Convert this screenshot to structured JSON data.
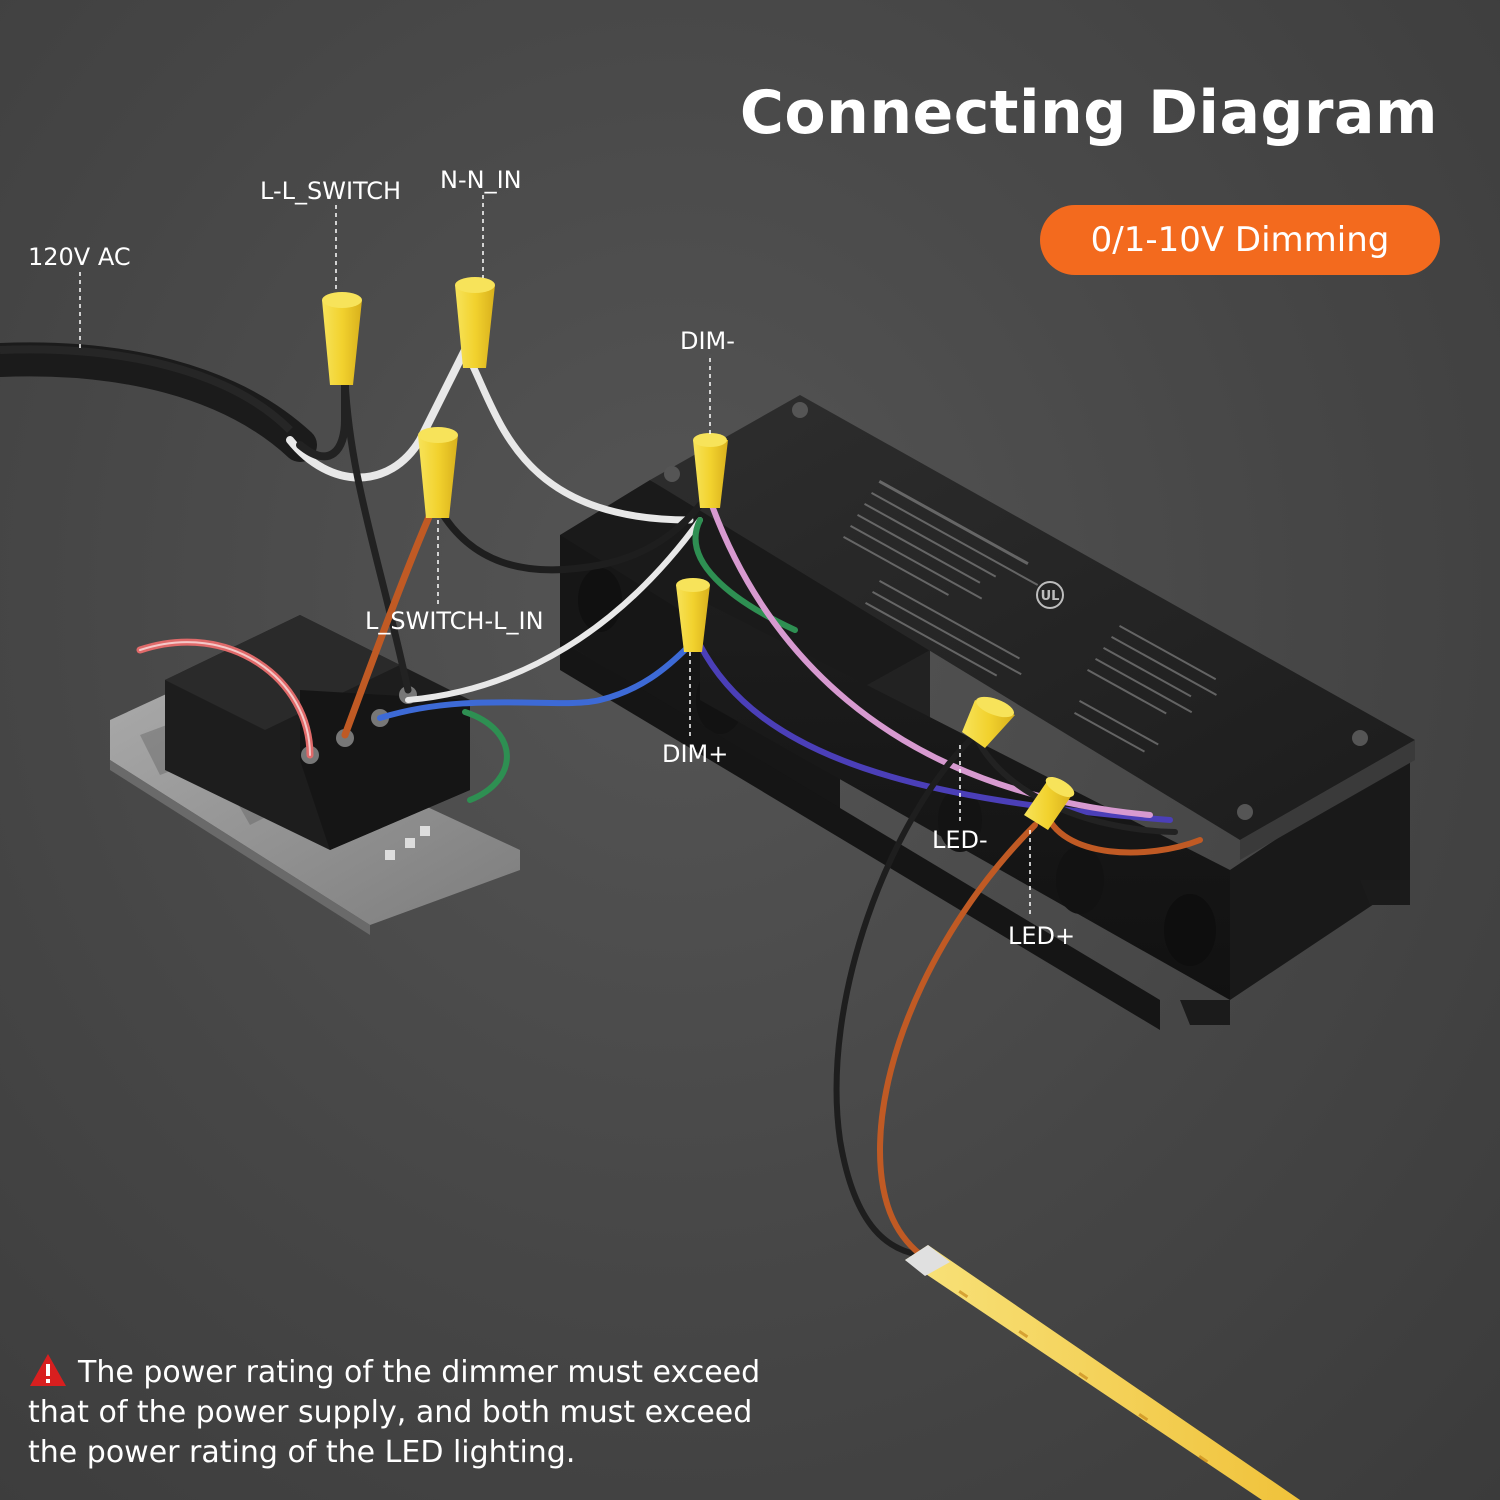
{
  "title": "Connecting Diagram",
  "badge": "0/1-10V Dimming",
  "labels": {
    "ac": "120V AC",
    "l_switch": "L-L_SWITCH",
    "n_in": "N-N_IN",
    "dim_minus": "DIM-",
    "l_switch_in": "L_SWITCH-L_IN",
    "dim_plus": "DIM+",
    "led_minus": "LED-",
    "led_plus": "LED+"
  },
  "note": "The power rating of the dimmer must exceed that of the power supply, and both must exceed the power rating of the LED lighting.",
  "colors": {
    "background": "#4a4a4a",
    "accent": "#f36a1e",
    "wire_nut": "#f2d22e",
    "wire_white": "#e8e8e8",
    "wire_black": "#222222",
    "wire_orange": "#c05a24",
    "wire_blue": "#3d6ad6",
    "wire_pink": "#d79ad0",
    "wire_green": "#2e8f52",
    "warning": "#d81f1f"
  },
  "icons": [
    "warning-triangle-icon",
    "ul-listed-mark-icon"
  ]
}
